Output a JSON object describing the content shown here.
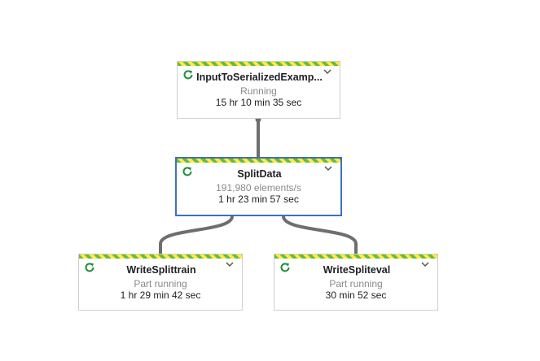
{
  "colors": {
    "stripe_green": "#66bb44",
    "stripe_yellow": "#ffeb3b",
    "status_icon": "#1e8e3e",
    "selected_border": "#3f6fc4",
    "edge": "#6e6e6e"
  },
  "icons": {
    "status": "running-refresh-icon",
    "expand": "chevron-down-icon"
  },
  "nodes": {
    "input": {
      "title": "InputToSerializedExamp...",
      "status": "Running",
      "time": "15 hr 10 min 35 sec"
    },
    "split": {
      "title": "SplitData",
      "status": "191,980 elements/s",
      "time": "1 hr 23 min 57 sec"
    },
    "train": {
      "title": "WriteSplittrain",
      "status": "Part running",
      "time": "1 hr 29 min 42 sec"
    },
    "eval": {
      "title": "WriteSpliteval",
      "status": "Part running",
      "time": "30 min 52 sec"
    }
  }
}
